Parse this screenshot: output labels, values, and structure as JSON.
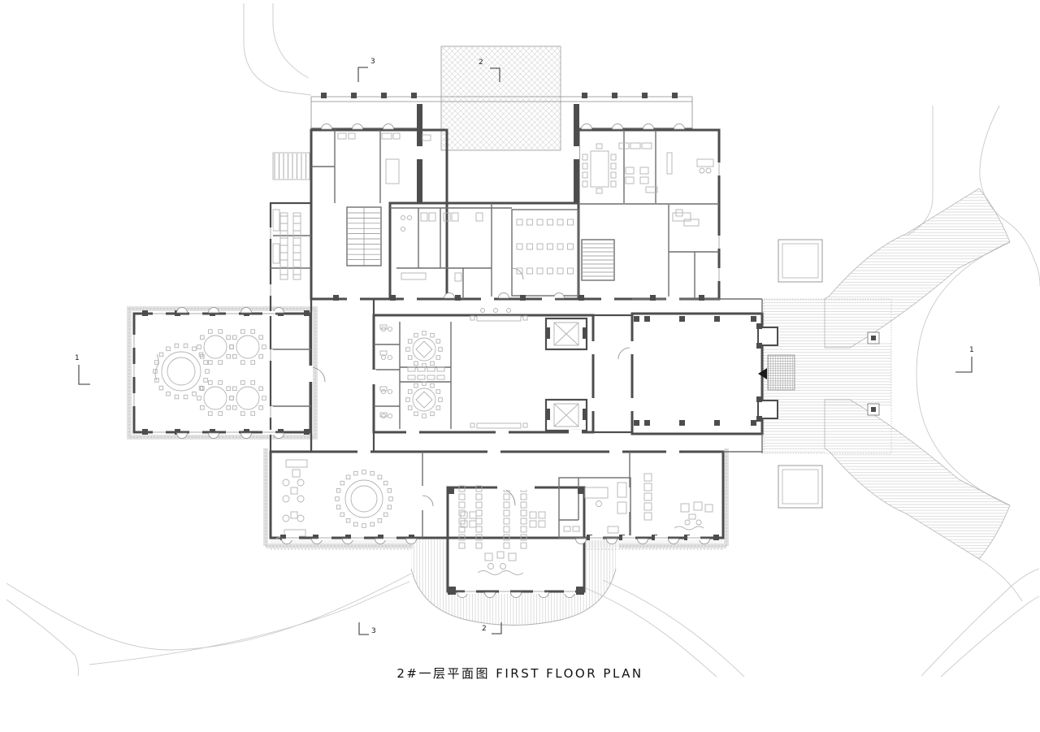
{
  "drawing": {
    "title": "2#一层平面图 FIRST FLOOR PLAN",
    "title_zh": "2#一层平面图",
    "title_en": "FIRST FLOOR PLAN",
    "type": "architectural first floor plan of building 2"
  },
  "section_markers": {
    "top_left": "3",
    "top_right": "2",
    "left": "1",
    "right": "1",
    "bottom_left": "3",
    "bottom_right": "2"
  },
  "colors": {
    "paper": "#ffffff",
    "wall": "#4d4d4d",
    "partition": "#6e6e6e",
    "furniture": "#b3b3b3",
    "hatch": "#bdbdbd",
    "site_line": "#c9c9c9",
    "text": "#1a1a1a"
  }
}
